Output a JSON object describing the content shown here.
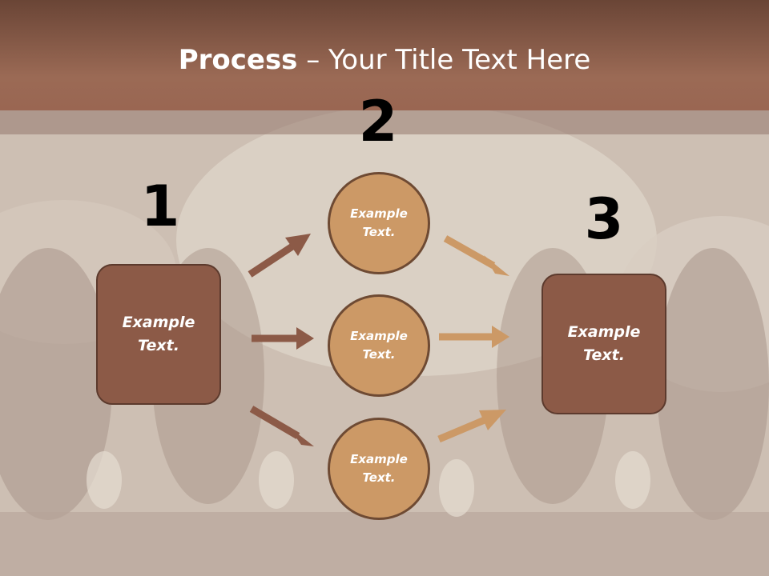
{
  "title": {
    "bold": "Process",
    "rest": " – Your Title Text Here"
  },
  "steps": {
    "one": {
      "number": "1",
      "text": "Example\nText."
    },
    "two": {
      "number": "2"
    },
    "three": {
      "number": "3",
      "text": "Example\nText."
    }
  },
  "circles": [
    {
      "text": "Example\nText."
    },
    {
      "text": "Example\nText."
    },
    {
      "text": "Example\nText."
    }
  ],
  "colors": {
    "box": "#8c5a47",
    "circle": "#cc9966",
    "arrow_left": "#8c5a47",
    "arrow_right": "#cc9966",
    "header": "#9b6a55"
  }
}
